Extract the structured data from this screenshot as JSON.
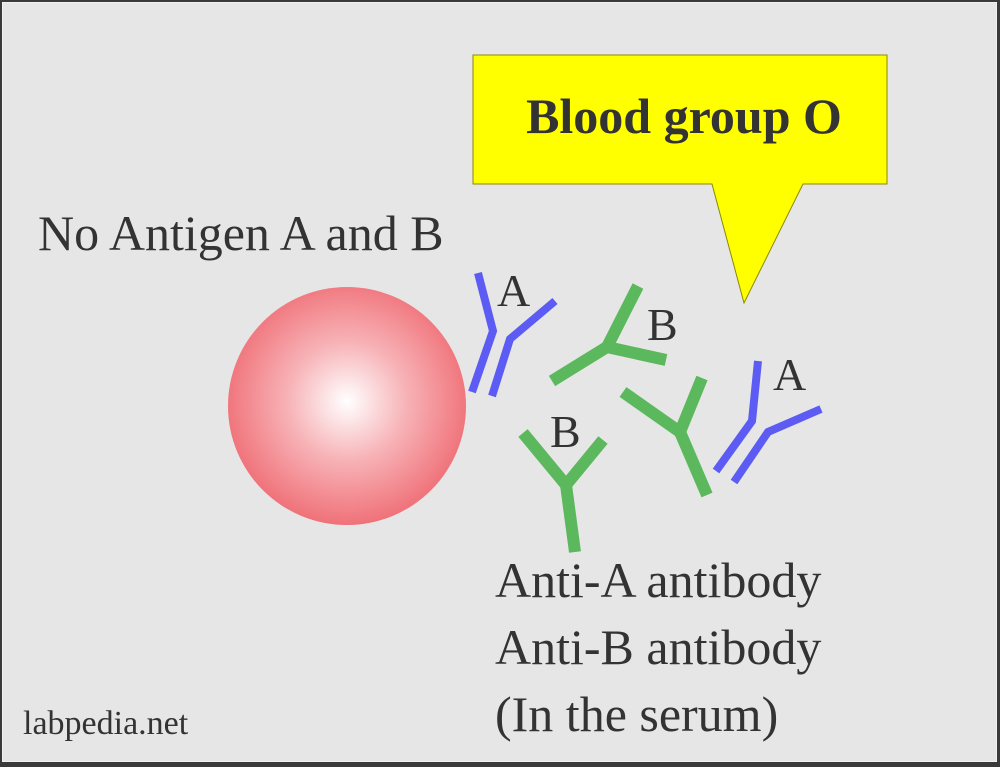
{
  "title": {
    "text": "Blood group O",
    "fill": "#ffff00",
    "stroke": "#8a8a00"
  },
  "antigen_label": "No Antigen A and B",
  "red_cell": {
    "fill_center": "#ffffff",
    "fill_edge": "#f06a72"
  },
  "antibody_labels": {
    "a1": "A",
    "b1": "B",
    "b2": "B",
    "a2": "A"
  },
  "colors": {
    "anti_a": "#5c5cf5",
    "anti_b": "#5cb85c",
    "background": "#e6e6e6",
    "text": "#333333"
  },
  "serum_text": {
    "line1": "Anti-A antibody",
    "line2": "Anti-B antibody",
    "line3": "(In the serum)"
  },
  "watermark": "labpedia.net"
}
